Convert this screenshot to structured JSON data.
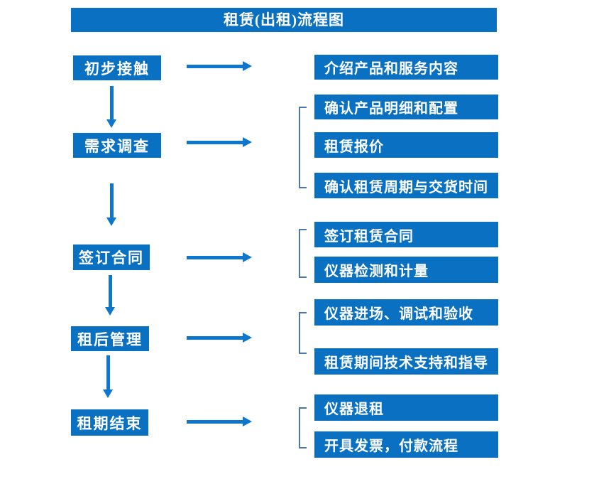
{
  "title": "租赁(出租)流程图",
  "colors": {
    "box_blue": "#0a71c2",
    "arrow_blue": "#0e76cb",
    "bracket_blue": "#4a77ad",
    "text_white": "#ffffff",
    "background": "#ffffff"
  },
  "flow": {
    "stages": [
      {
        "label": "初步接触",
        "details": [
          "介绍产品和服务内容"
        ]
      },
      {
        "label": "需求调查",
        "details": [
          "确认产品明细和配置",
          "租赁报价",
          "确认租赁周期与交货时间"
        ]
      },
      {
        "label": "签订合同",
        "details": [
          "签订租赁合同",
          "仪器检测和计量"
        ]
      },
      {
        "label": "租后管理",
        "details": [
          "仪器进场、调试和验收",
          "租赁期间技术支持和指导"
        ]
      },
      {
        "label": "租期结束",
        "details": [
          "仪器退租",
          "开具发票，付款流程"
        ]
      }
    ]
  }
}
